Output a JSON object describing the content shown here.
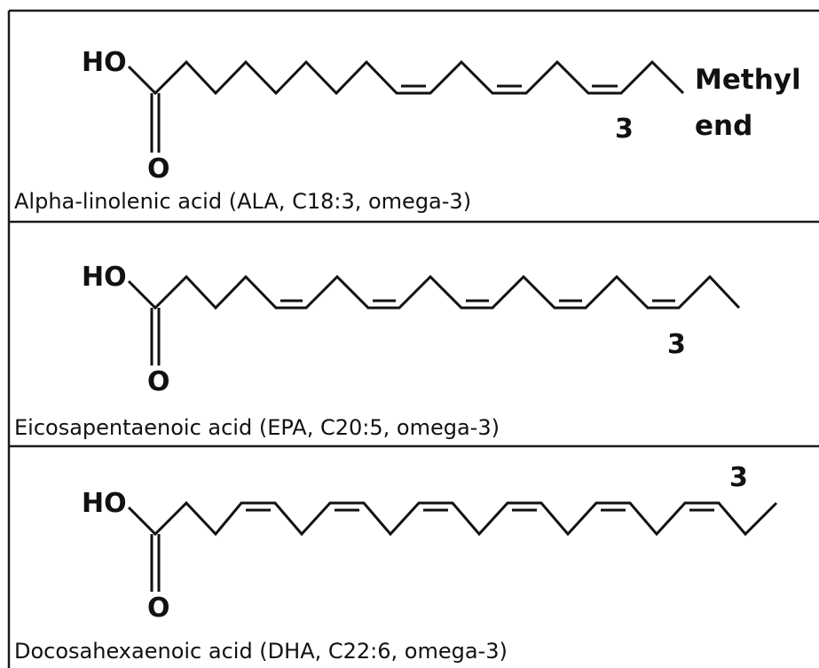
{
  "molecules": [
    {
      "hydroxyl_label": "HO",
      "oxygen_label": "O",
      "omega_position": "3",
      "caption": "Alpha-linolenic acid (ALA, C18:3, omega-3)"
    },
    {
      "hydroxyl_label": "HO",
      "oxygen_label": "O",
      "omega_position": "3",
      "caption": "Eicosapentaenoic acid (EPA, C20:5, omega-3)"
    },
    {
      "hydroxyl_label": "HO",
      "oxygen_label": "O",
      "omega_position": "3",
      "caption": "Docosahexaenoic acid (DHA, C22:6, omega-3)"
    }
  ],
  "methyl_end": {
    "line1": "Methyl",
    "line2": "end"
  }
}
